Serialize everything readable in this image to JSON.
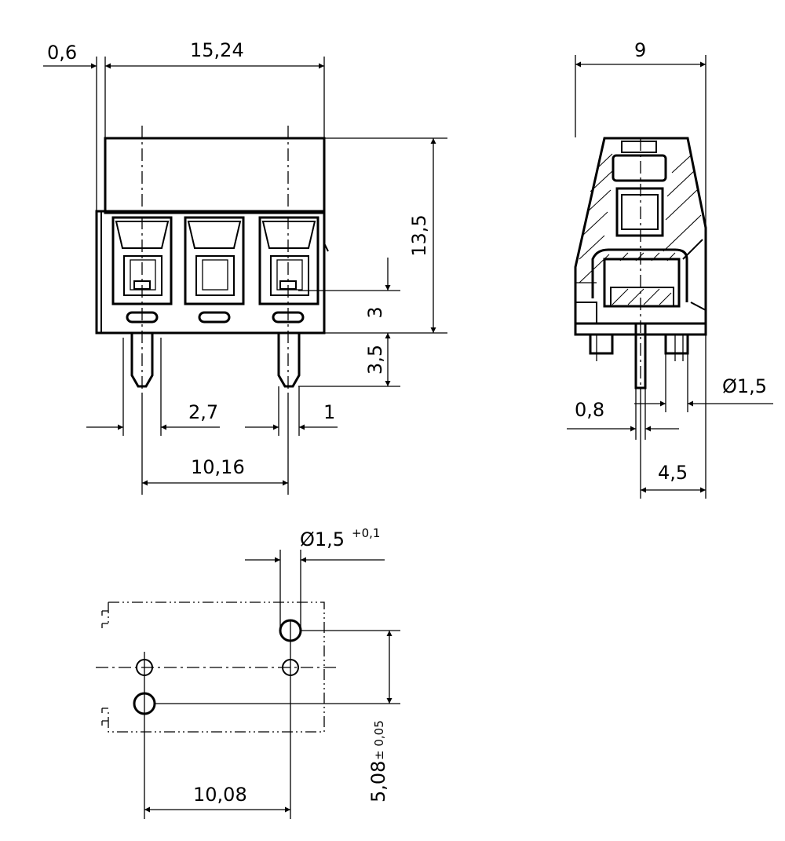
{
  "drawing": {
    "front_view": {
      "dim_offset": "0,6",
      "dim_width": "15,24",
      "dim_height": "13,5",
      "dim_pin_offset": "3",
      "dim_pin_length": "3,5",
      "dim_pin_width": "2,7",
      "dim_pin_thickness": "1",
      "dim_pitch": "10,16"
    },
    "side_view": {
      "dim_depth": "9",
      "dim_pin_dia": "Ø1,5",
      "dim_pin_thickness": "0,8",
      "dim_pin_position": "4,5"
    },
    "footprint": {
      "dim_hole_dia": "Ø1,5",
      "dim_hole_tol": "+0,1",
      "dim_row_pitch": "5,08",
      "dim_row_tol": "± 0,05",
      "dim_pitch": "10,08"
    }
  }
}
